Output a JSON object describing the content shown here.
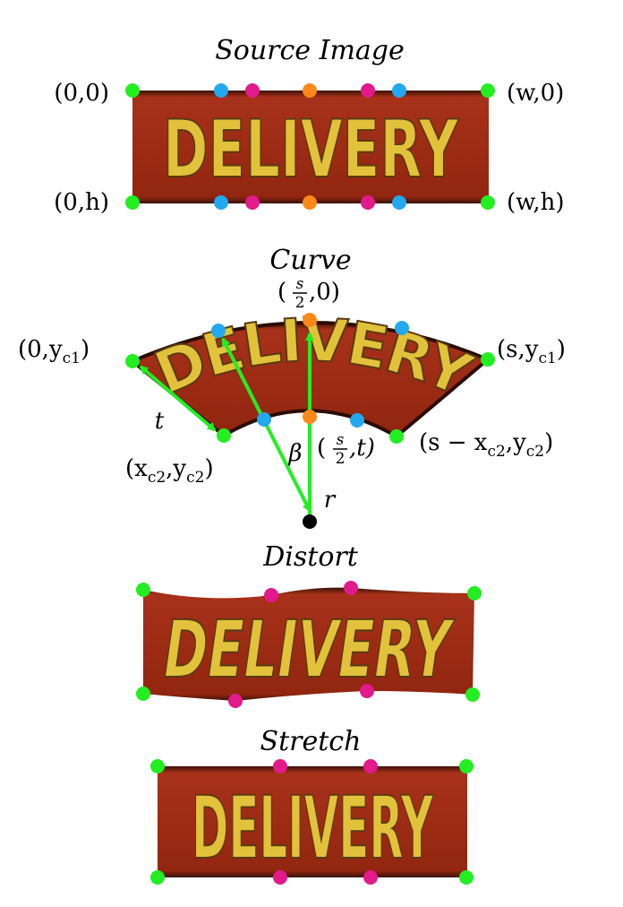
{
  "sections": {
    "source": {
      "title": "Source Image"
    },
    "curve": {
      "title": "Curve"
    },
    "distort": {
      "title": "Distort"
    },
    "stretch": {
      "title": "Stretch"
    }
  },
  "sign": {
    "text": "DELIVERY"
  },
  "labels": {
    "source": {
      "top_left": "(0,0)",
      "top_right": "(w,0)",
      "bottom_left": "(0,h)",
      "bottom_right": "(w,h)"
    },
    "curve": {
      "top_mid_num": "s",
      "top_mid_den": "2",
      "top_mid_rest": ",0)",
      "left": "(0,y",
      "left_sub": "c1",
      "right": "(s,y",
      "right_sub": "c1",
      "t": "t",
      "inner_left": "(x",
      "inner_left_sub1": "c2",
      "inner_left_mid": ",y",
      "inner_left_sub2": "c2",
      "inner_right": "(s − x",
      "inner_right_sub1": "c2",
      "inner_right_mid": ",y",
      "inner_right_sub2": "c2",
      "beta": "β",
      "inner_mid_rest": ",t)",
      "r": "r"
    }
  },
  "colors": {
    "corner": "#22ee22",
    "quarter": "#22a8ee",
    "eighth": "#e21a8a",
    "center": "#ff8818",
    "radius_origin": "#000000",
    "arrow": "#22ee22",
    "sign_bg": "#9c2a14",
    "sign_text": "#e2c23a"
  }
}
